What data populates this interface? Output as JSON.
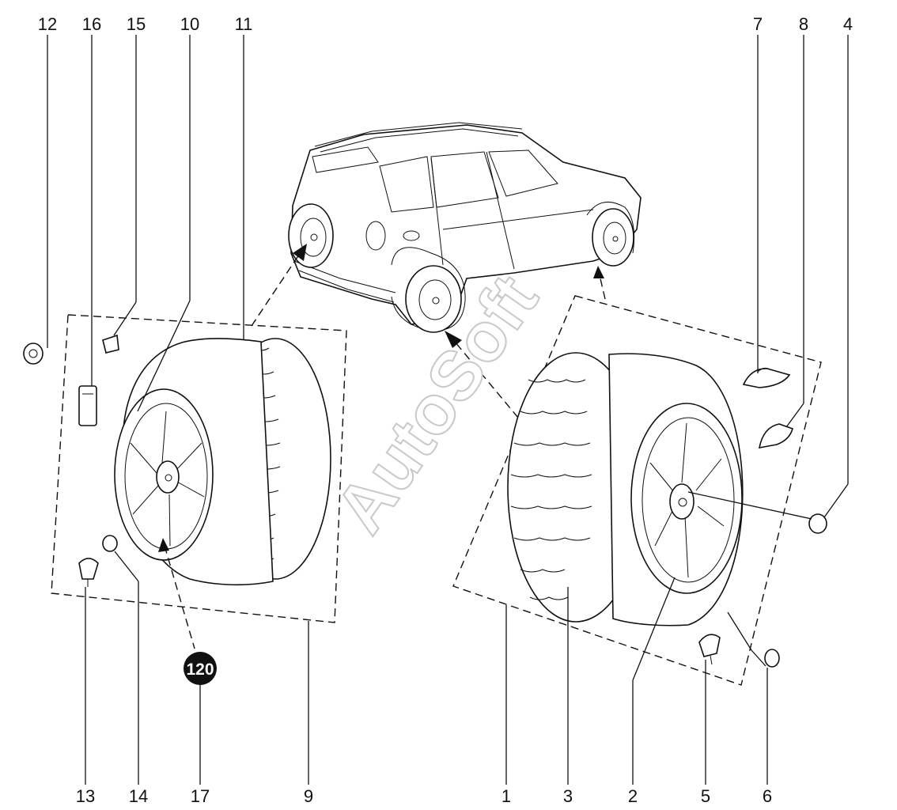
{
  "watermark": "AutoSoft",
  "badge": {
    "number": "120"
  },
  "callouts": {
    "c12": "12",
    "c16": "16",
    "c15": "15",
    "c10": "10",
    "c11": "11",
    "c7": "7",
    "c8": "8",
    "c4": "4",
    "c13": "13",
    "c14": "14",
    "c17": "17",
    "c9": "9",
    "c1": "1",
    "c3": "3",
    "c2": "2",
    "c5": "5",
    "c6": "6"
  }
}
